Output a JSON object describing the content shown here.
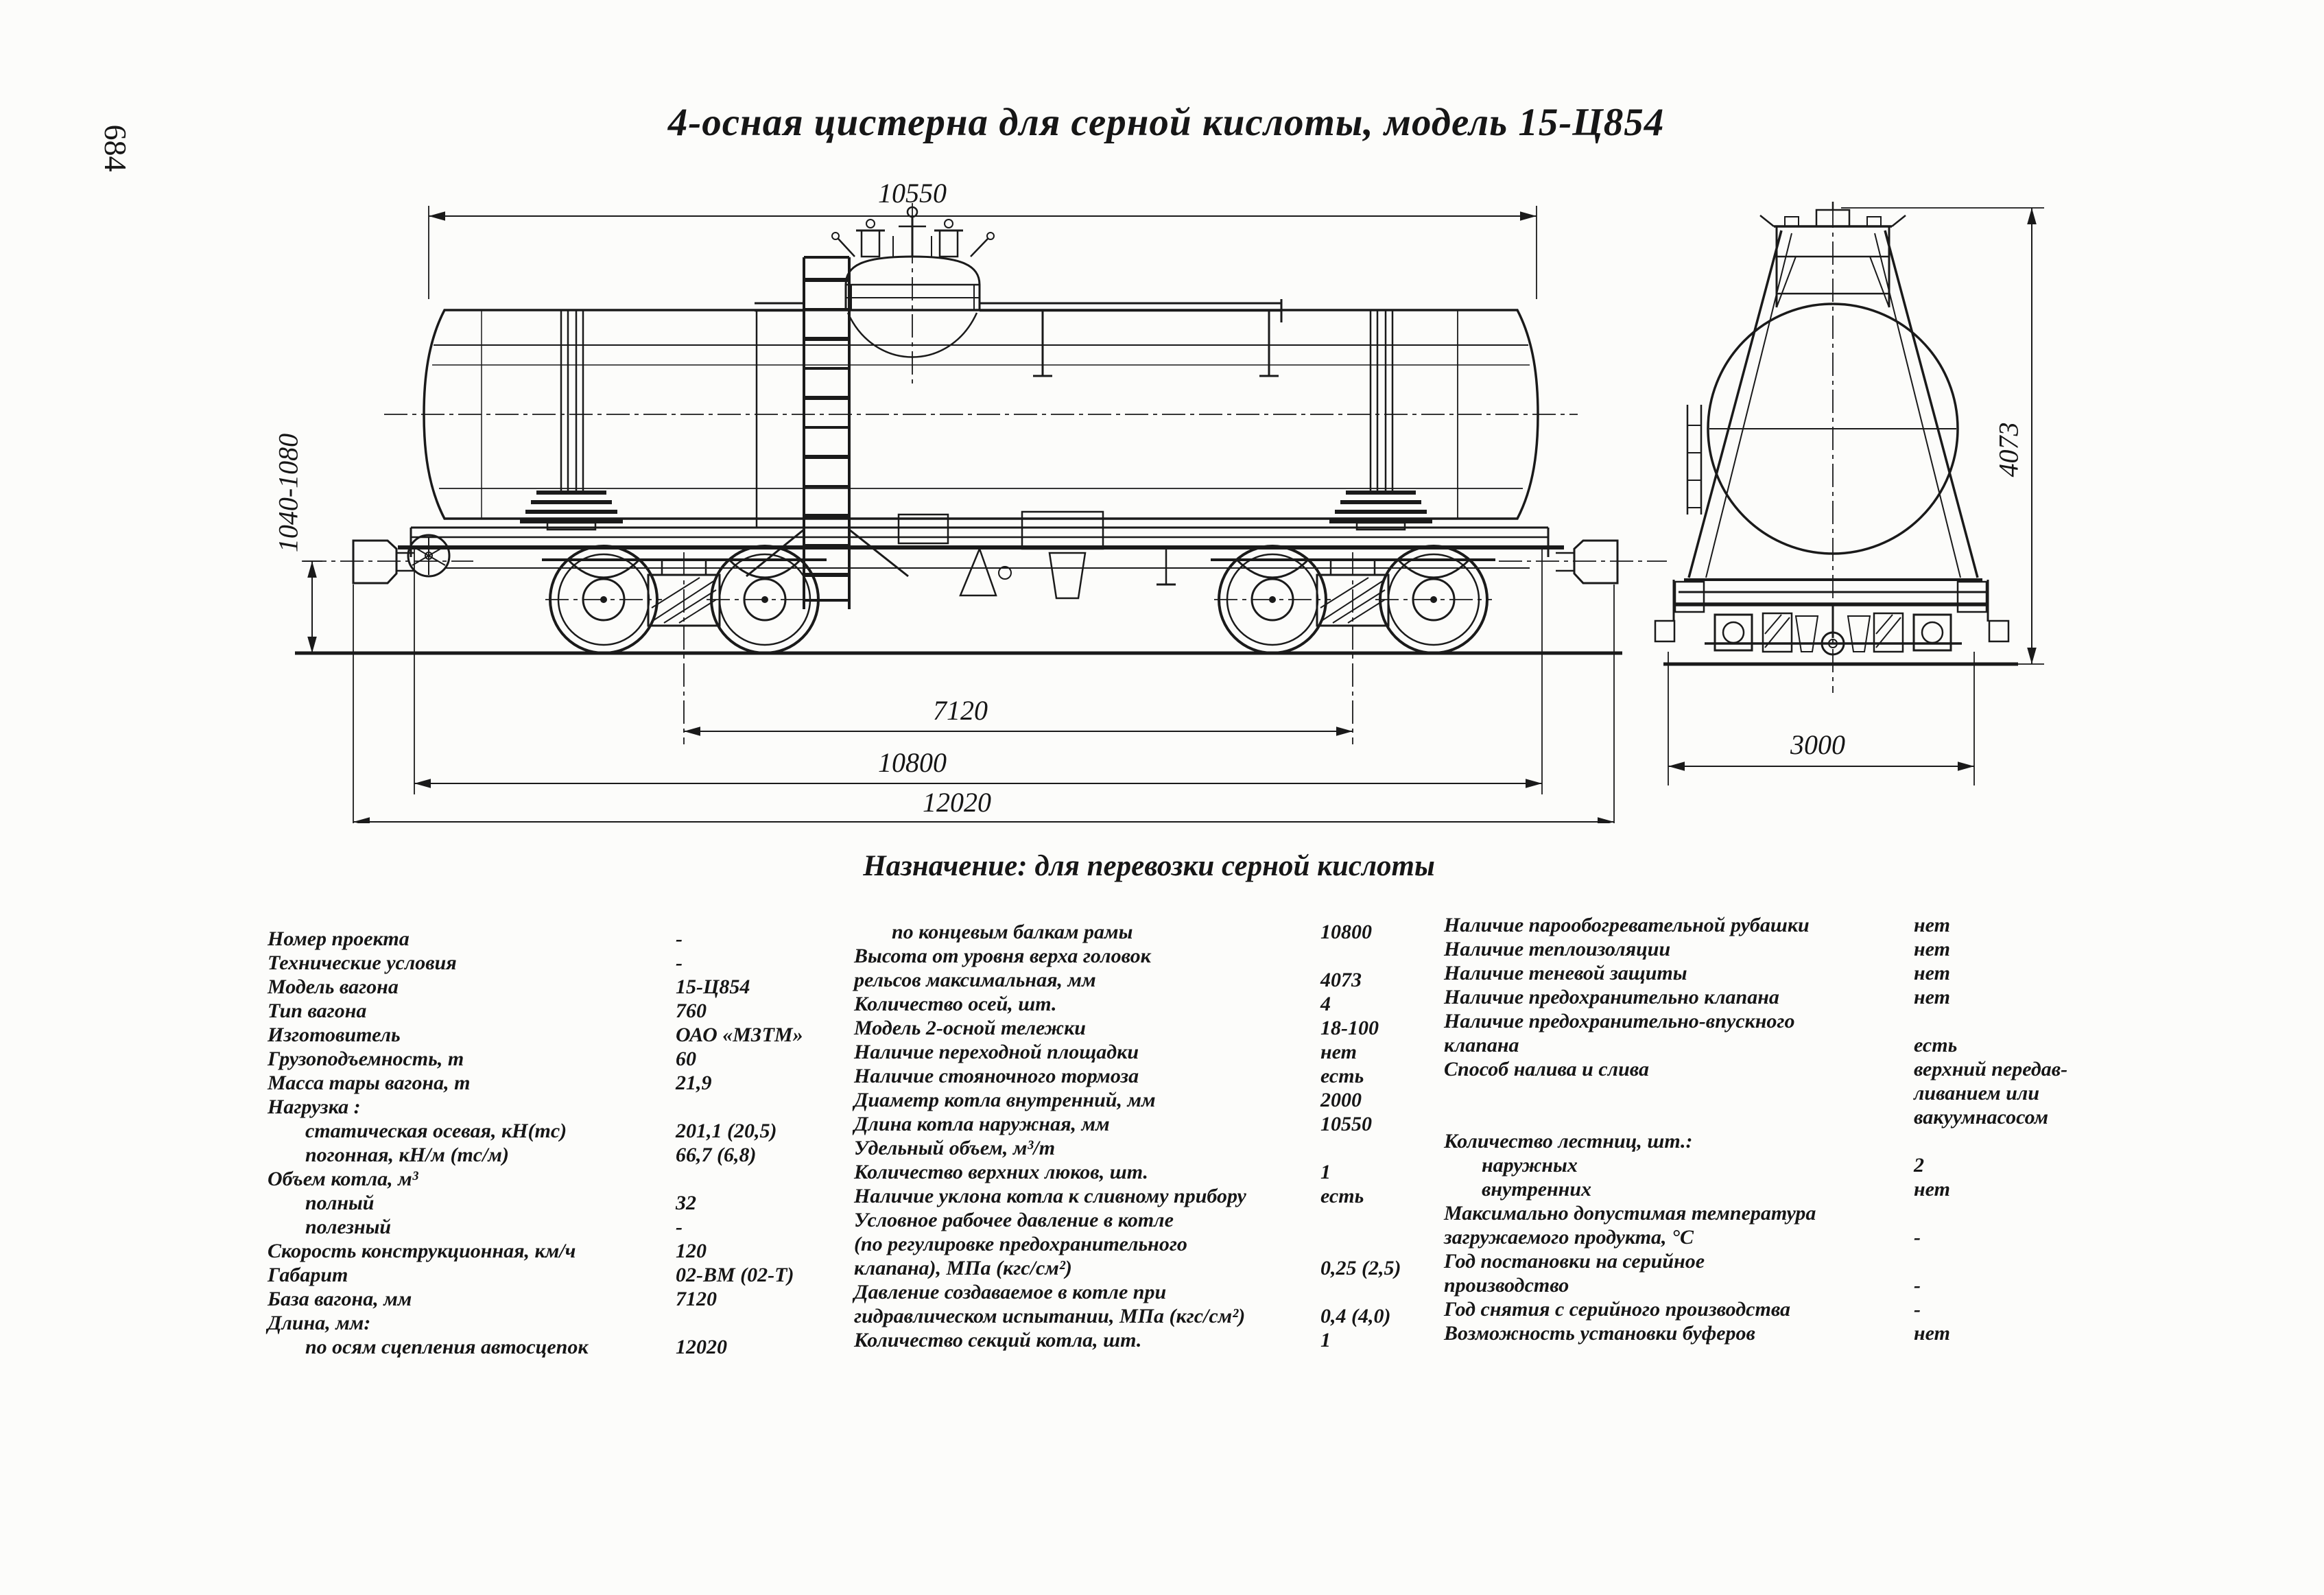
{
  "page": {
    "number": "684"
  },
  "title": "4-осная цистерна для серной кислоты, модель 15-Ц854",
  "purpose": "Назначение: для перевозки серной кислоты",
  "drawing": {
    "dimensions": {
      "tank_length": "10550",
      "coupler_height": "1040-1080",
      "bogie_base": "7120",
      "frame_length": "10800",
      "overall_length": "12020",
      "max_height": "4073",
      "width": "3000"
    }
  },
  "specs": {
    "col1": [
      {
        "l": "Номер проекта",
        "v": "-",
        "ind": false
      },
      {
        "l": "Технические условия",
        "v": "-",
        "ind": false
      },
      {
        "l": "Модель вагона",
        "v": "15-Ц854",
        "ind": false
      },
      {
        "l": "Тип вагона",
        "v": "760",
        "ind": false
      },
      {
        "l": "Изготовитель",
        "v": "ОАО «МЗТМ»",
        "ind": false
      },
      {
        "l": "Грузоподъемность, т",
        "v": "60",
        "ind": false
      },
      {
        "l": "Масса тары вагона, т",
        "v": "21,9",
        "ind": false
      },
      {
        "l": "Нагрузка :",
        "v": "",
        "ind": false
      },
      {
        "l": "статическая осевая, кН(тс)",
        "v": "201,1 (20,5)",
        "ind": true
      },
      {
        "l": "погонная, кН/м (тс/м)",
        "v": "66,7 (6,8)",
        "ind": true
      },
      {
        "l": "Объем котла, м³",
        "v": "",
        "ind": false
      },
      {
        "l": "полный",
        "v": "32",
        "ind": true
      },
      {
        "l": "полезный",
        "v": "-",
        "ind": true
      },
      {
        "l": "Скорость конструкционная, км/ч",
        "v": "120",
        "ind": false
      },
      {
        "l": "Габарит",
        "v": "02-ВМ (02-Т)",
        "ind": false
      },
      {
        "l": "База вагона, мм",
        "v": "7120",
        "ind": false
      },
      {
        "l": "Длина, мм:",
        "v": "",
        "ind": false
      },
      {
        "l": "по осям сцепления автосцепок",
        "v": "12020",
        "ind": true
      }
    ],
    "col2": [
      {
        "l": "по концевым балкам рамы",
        "v": "10800",
        "ind": true
      },
      {
        "l": "Высота от уровня верха головок",
        "v": "",
        "ind": false
      },
      {
        "l": "рельсов максимальная, мм",
        "v": "4073",
        "ind": false
      },
      {
        "l": "Количество осей, шт.",
        "v": "4",
        "ind": false
      },
      {
        "l": "Модель 2-осной тележки",
        "v": "18-100",
        "ind": false
      },
      {
        "l": "Наличие переходной площадки",
        "v": "нет",
        "ind": false
      },
      {
        "l": "Наличие стояночного тормоза",
        "v": "есть",
        "ind": false
      },
      {
        "l": "Диаметр котла внутренний, мм",
        "v": "2000",
        "ind": false
      },
      {
        "l": "Длина котла наружная, мм",
        "v": "10550",
        "ind": false
      },
      {
        "l": "Удельный объем, м³/т",
        "v": "",
        "ind": false
      },
      {
        "l": "Количество верхних люков, шт.",
        "v": "1",
        "ind": false
      },
      {
        "l": "Наличие уклона котла к сливному прибору",
        "v": "есть",
        "ind": false
      },
      {
        "l": "Условное рабочее давление в котле",
        "v": "",
        "ind": false
      },
      {
        "l": "(по регулировке предохранительного",
        "v": "",
        "ind": false
      },
      {
        "l": "клапана), МПа (кгс/см²)",
        "v": "0,25 (2,5)",
        "ind": false
      },
      {
        "l": "Давление создаваемое в котле при",
        "v": "",
        "ind": false
      },
      {
        "l": "гидравлическом испытании, МПа (кгс/см²)",
        "v": "0,4 (4,0)",
        "ind": false
      },
      {
        "l": "Количество секций котла, шт.",
        "v": "1",
        "ind": false
      }
    ],
    "col3": [
      {
        "l": "Наличие парообогревательной рубашки",
        "v": "нет",
        "ind": false
      },
      {
        "l": "Наличие теплоизоляции",
        "v": "нет",
        "ind": false
      },
      {
        "l": "Наличие теневой защиты",
        "v": "нет",
        "ind": false
      },
      {
        "l": "Наличие предохранительно клапана",
        "v": "нет",
        "ind": false
      },
      {
        "l": "Наличие предохранительно-впускного",
        "v": "",
        "ind": false
      },
      {
        "l": "клапана",
        "v": "есть",
        "ind": false
      },
      {
        "l": "Способ налива и слива",
        "v": "верхний передав-",
        "ind": false
      },
      {
        "l": "",
        "v": "ливанием или",
        "ind": false
      },
      {
        "l": "",
        "v": "вакуумнасосом",
        "ind": false
      },
      {
        "l": "Количество лестниц, шт.:",
        "v": "",
        "ind": false
      },
      {
        "l": "наружных",
        "v": "2",
        "ind": true
      },
      {
        "l": "внутренних",
        "v": "нет",
        "ind": true
      },
      {
        "l": "Максимально допустимая температура",
        "v": "",
        "ind": false
      },
      {
        "l": "загружаемого продукта, °С",
        "v": "-",
        "ind": false
      },
      {
        "l": "Год постановки на серийное",
        "v": "",
        "ind": false
      },
      {
        "l": "производство",
        "v": "-",
        "ind": false
      },
      {
        "l": "Год снятия с серийного производства",
        "v": "-",
        "ind": false
      },
      {
        "l": "Возможность установки буферов",
        "v": "нет",
        "ind": false
      }
    ]
  }
}
